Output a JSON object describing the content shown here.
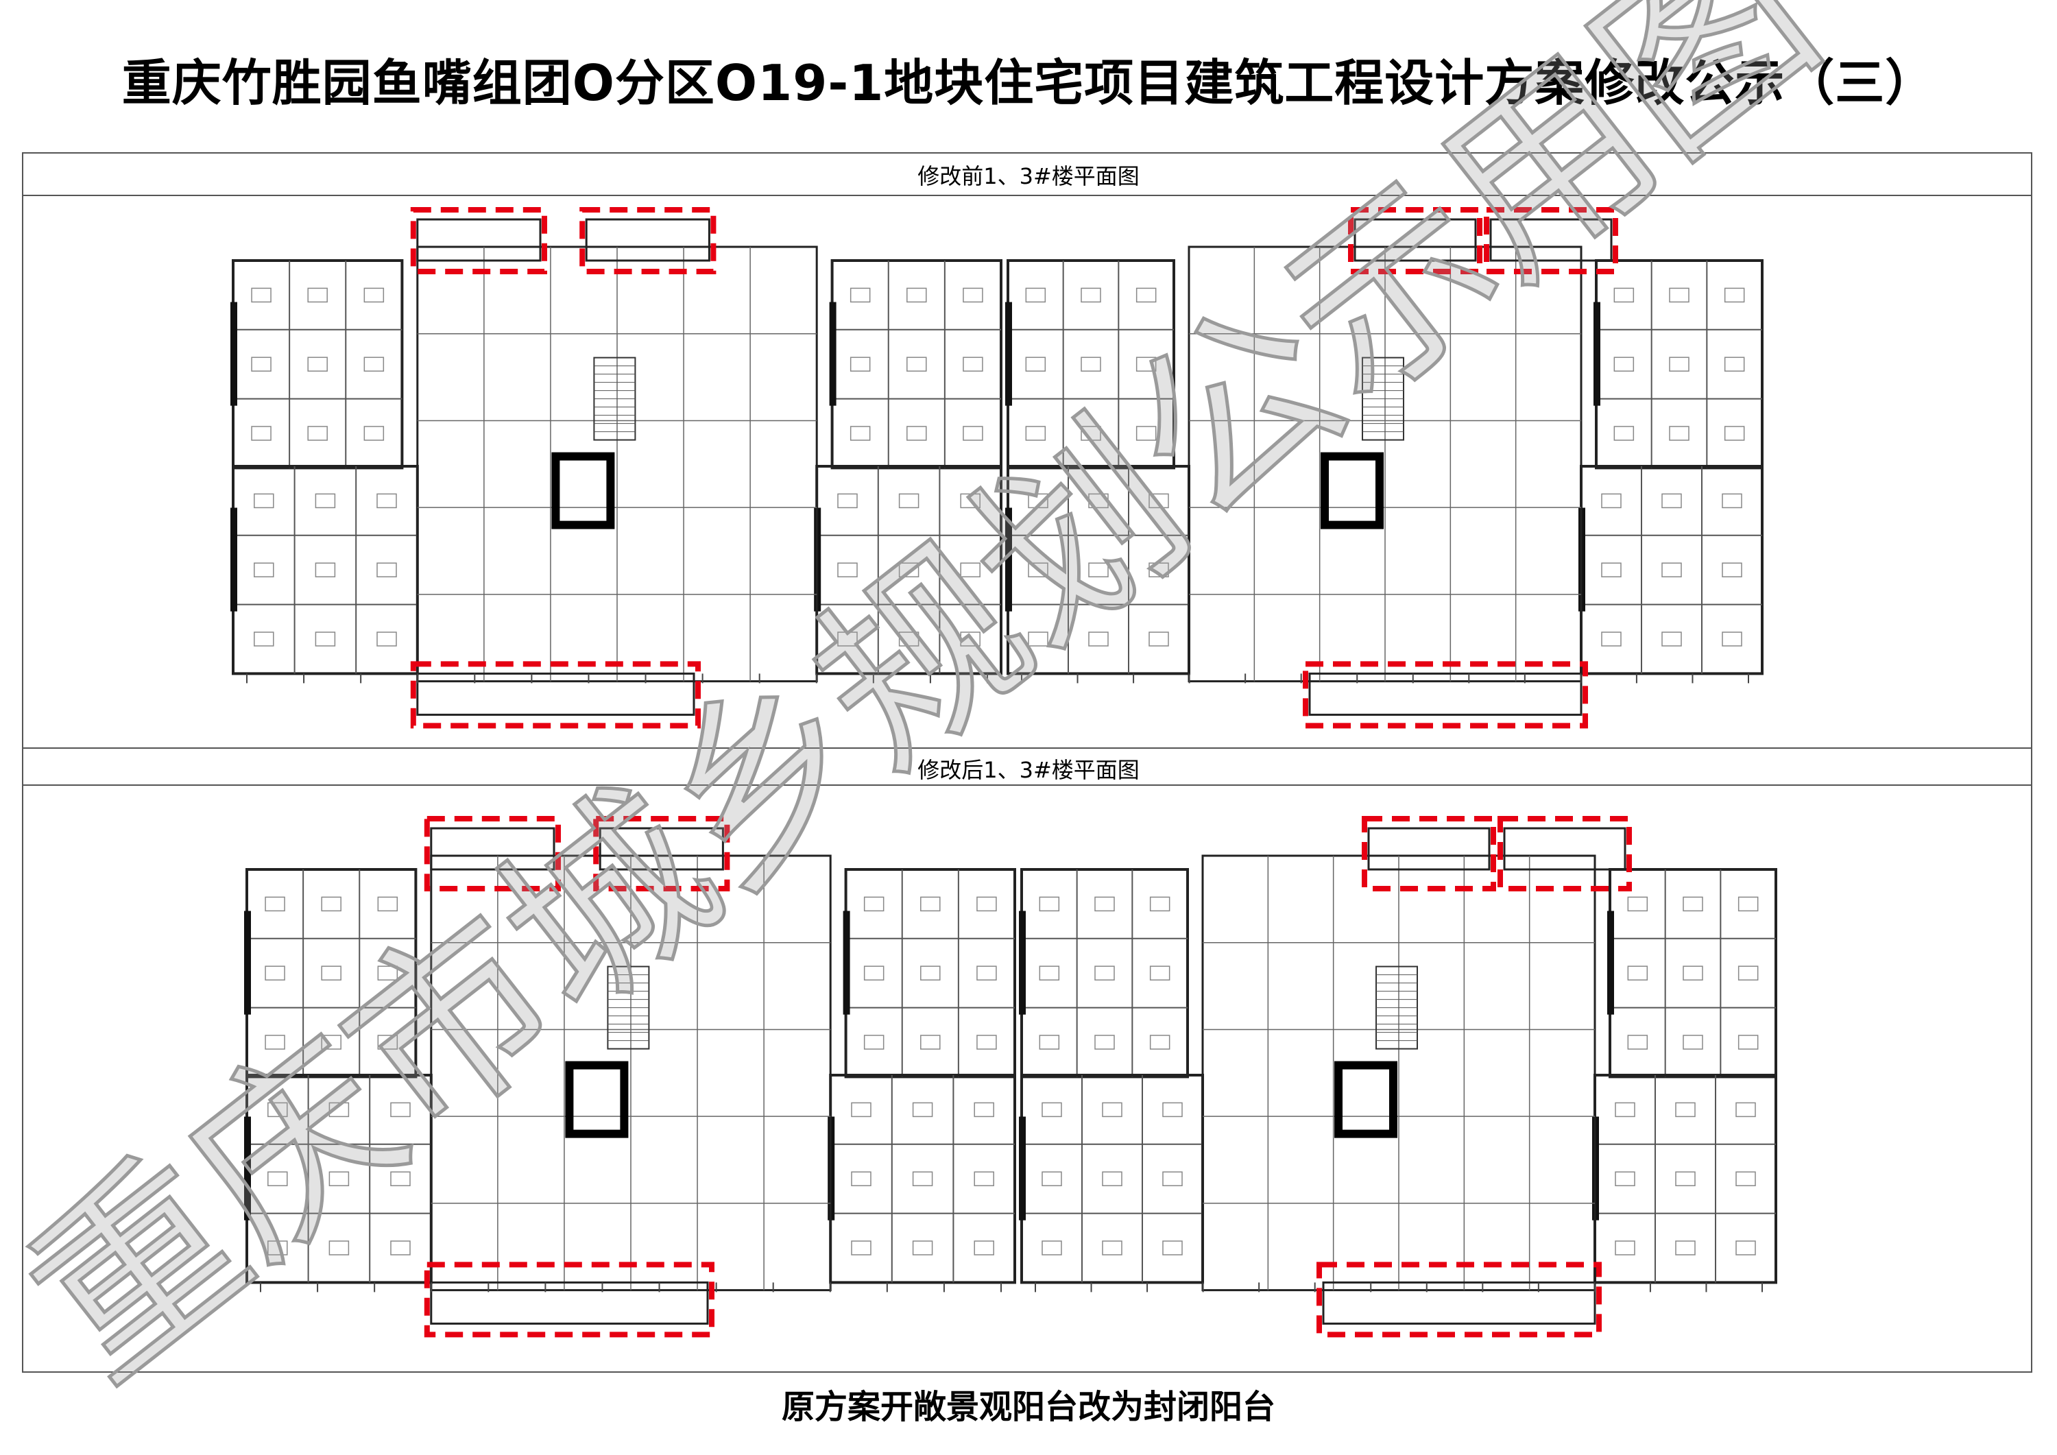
{
  "document": {
    "title": "重庆竹胜园鱼嘴组团O分区O19-1地块住宅项目建筑工程设计方案修改公示（三）",
    "before_caption": "修改前1、3#楼平面图",
    "after_caption": "修改后1、3#楼平面图",
    "footer_note": "原方案开敞景观阳台改为封闭阳台",
    "watermark": "重庆市城乡规划公示用图",
    "highlight_color": "#e60012",
    "watermark_color": "#9a9a9a"
  }
}
